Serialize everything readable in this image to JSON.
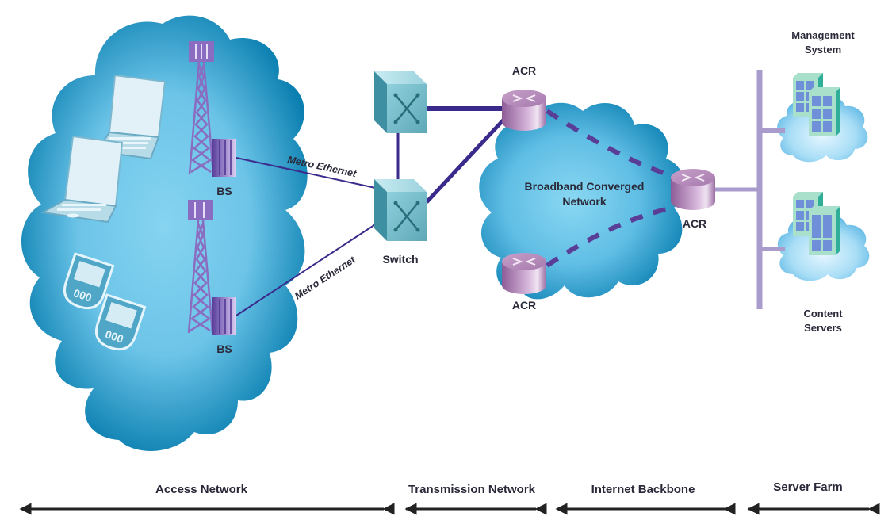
{
  "diagram": {
    "title": "Broadband converged network architecture",
    "colors": {
      "cloud_edge": "#0a7fb0",
      "cloud_center": "#7fd0ee",
      "link_purple": "#3a2a8c",
      "dashed_link": "#5a3d96",
      "tower_purple": "#8a6cc0",
      "router_purple": "#a87ab0",
      "switch_teal": "#7fbfcc",
      "bus_lavender": "#a99ccc",
      "server_green": "#a8e0cc",
      "server_blue": "#6f8fd8"
    },
    "nodes": {
      "bs_top": {
        "label": "BS"
      },
      "bs_bottom": {
        "label": "BS"
      },
      "switch_top": {
        "label": ""
      },
      "switch_bottom": {
        "label": "Switch"
      },
      "acr_top": {
        "label": "ACR"
      },
      "acr_bottom": {
        "label": "ACR"
      },
      "acr_right": {
        "label": "ACR"
      },
      "management": {
        "label_line1": "Management",
        "label_line2": "System"
      },
      "content": {
        "label_line1": "Content",
        "label_line2": "Servers"
      }
    },
    "devices": {
      "laptops": [
        "laptop",
        "laptop"
      ],
      "handhelds": [
        "pda",
        "pda"
      ]
    },
    "clouds": {
      "access": {
        "label": ""
      },
      "backbone": {
        "label_line1": "Broadband Converged",
        "label_line2": "Network"
      }
    },
    "links": [
      {
        "from": "bs_top",
        "to": "switch_bottom",
        "label": "Metro Ethernet",
        "style": "solid-thin"
      },
      {
        "from": "bs_bottom",
        "to": "switch_bottom",
        "label": "Metro Ethernet",
        "style": "solid-thin"
      },
      {
        "from": "switch_top",
        "to": "switch_bottom",
        "label": "",
        "style": "solid"
      },
      {
        "from": "switch_top",
        "to": "acr_top",
        "label": "",
        "style": "solid-thick"
      },
      {
        "from": "switch_bottom",
        "to": "acr_top",
        "label": "",
        "style": "solid-thick"
      },
      {
        "from": "acr_top",
        "to": "acr_right",
        "label": "",
        "style": "dashed"
      },
      {
        "from": "acr_bottom",
        "to": "acr_right",
        "label": "",
        "style": "dashed"
      },
      {
        "from": "acr_right",
        "to": "server_bus",
        "label": "",
        "style": "bus"
      }
    ],
    "segments": [
      {
        "label": "Access Network"
      },
      {
        "label": "Transmission Network"
      },
      {
        "label": "Internet Backbone"
      },
      {
        "label": "Server Farm"
      }
    ]
  }
}
